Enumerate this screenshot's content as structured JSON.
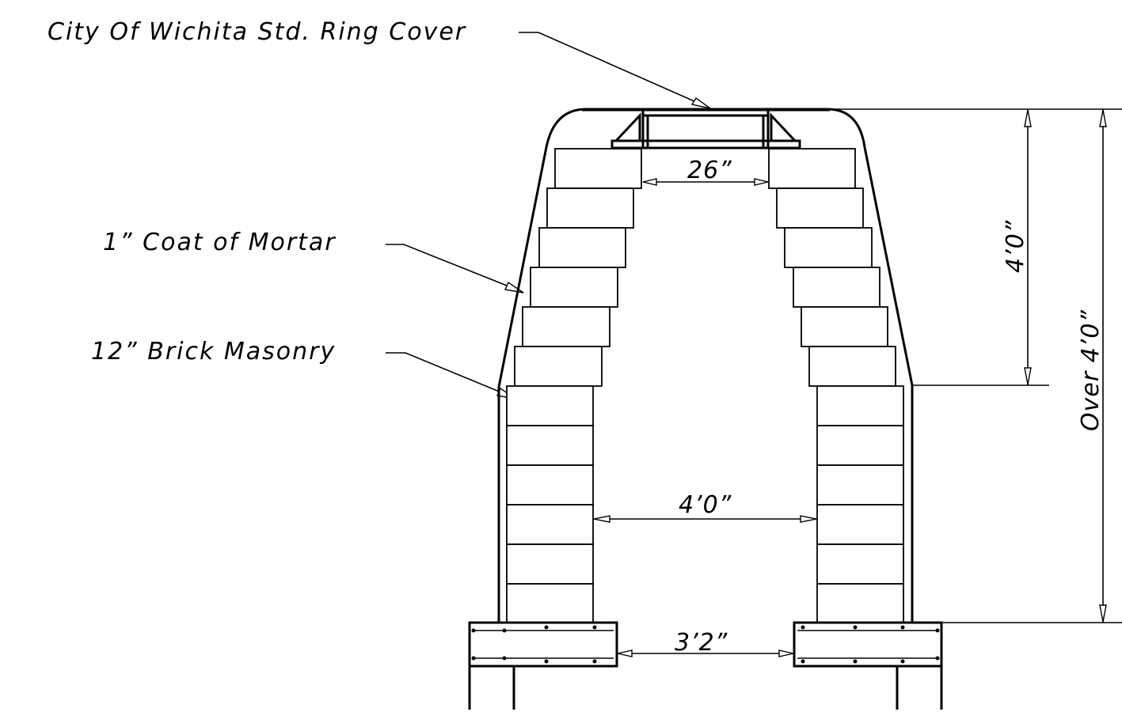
{
  "labels": {
    "ring_cover": "City Of Wichita Std. Ring Cover",
    "mortar": "1” Coat of Mortar",
    "brick": "12” Brick Masonry"
  },
  "dimensions": {
    "opening": "26”",
    "cone_height": "4’0”",
    "overall_height": "Over 4’0”",
    "inside_width": "4’0”",
    "base_opening": "3’2”"
  },
  "colors": {
    "line": "#000000",
    "background": "#ffffff"
  }
}
